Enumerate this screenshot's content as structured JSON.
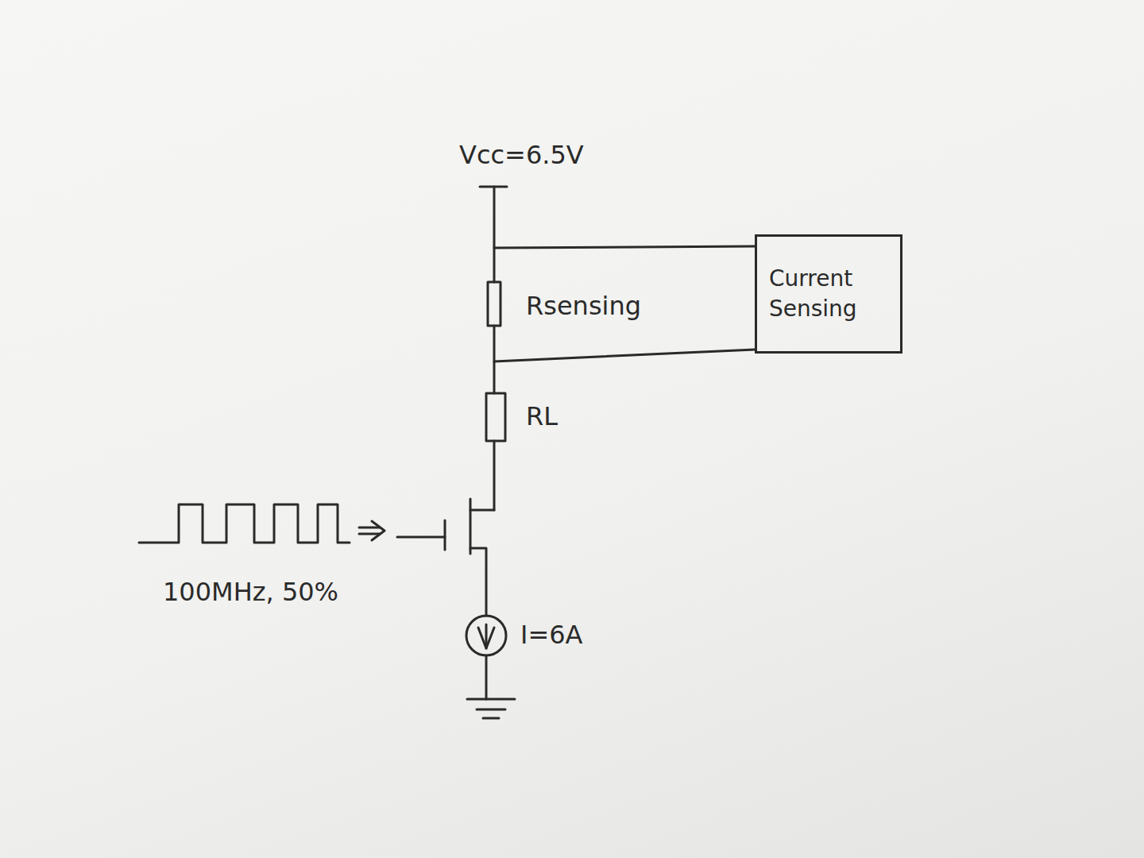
{
  "diagram": {
    "nodes": [
      {
        "text": [
          "Current Sensing"
        ]
      }
    ],
    "labels": [
      "Vcc=6.5V",
      "Rsensing",
      "RL",
      "100MHz, 50%",
      "I=6A"
    ]
  }
}
